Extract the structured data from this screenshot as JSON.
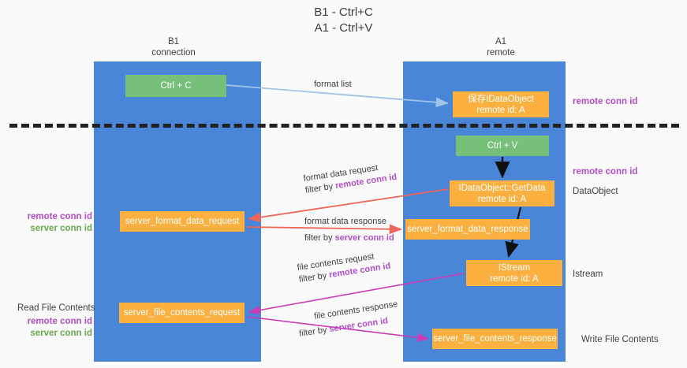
{
  "title": {
    "line1": "B1 - Ctrl+C",
    "line2": "A1 - Ctrl+V"
  },
  "columns": {
    "b1": {
      "name": "B1",
      "role": "connection"
    },
    "a1": {
      "name": "A1",
      "role": "remote"
    }
  },
  "nodes": {
    "ctrl_c": {
      "line1": "Ctrl + C",
      "line2": "",
      "color": "#77c07a"
    },
    "save_dataobject": {
      "line1": "保存IDataObject",
      "line2": "remote id: A",
      "color": "#fbb040"
    },
    "ctrl_v": {
      "line1": "Ctrl + V",
      "line2": "",
      "color": "#77c07a"
    },
    "getdata": {
      "line1": "IDataObject::GetData",
      "line2": "remote id: A",
      "color": "#fbb040"
    },
    "server_format_data_request": {
      "line1": "server_format_data_request",
      "line2": "",
      "color": "#fbb040"
    },
    "server_format_data_response": {
      "line1": "server_format_data_response",
      "line2": "",
      "color": "#fbb040"
    },
    "istream": {
      "line1": "IStream",
      "line2": "remote id: A",
      "color": "#fbb040"
    },
    "server_file_contents_request": {
      "line1": "server_file_contents_request",
      "line2": "",
      "color": "#fbb040"
    },
    "server_file_contents_response": {
      "line1": "server_file_contents_response",
      "line2": "",
      "color": "#fbb040"
    }
  },
  "edges": {
    "format_list": {
      "caption": "format list",
      "filter_prefix": "",
      "filter_key": ""
    },
    "format_data_request": {
      "caption": "format data request",
      "filter_prefix": "filter by ",
      "filter_key": "remote conn id"
    },
    "format_data_response": {
      "caption": "format data response",
      "filter_prefix": "filter by ",
      "filter_key": "server conn id"
    },
    "file_contents_request": {
      "caption": "file contents request",
      "filter_prefix": "filter by ",
      "filter_key": "remote conn id"
    },
    "file_contents_response": {
      "caption": "file contents response",
      "filter_prefix": "filter by ",
      "filter_key": "server conn id"
    }
  },
  "annotations": {
    "remote_conn_id_top": "remote conn id",
    "remote_conn_id_middle": "remote conn id",
    "dataobject": "DataObject",
    "istream": "Istream",
    "write_file_contents": "Write File Contents",
    "read_file_contents": "Read File Contents",
    "left_remote_conn_id_1": "remote conn id",
    "left_server_conn_id_1": "server conn id",
    "left_remote_conn_id_2": "remote conn id",
    "left_server_conn_id_2": "server conn id"
  },
  "colors": {
    "lane": "#4a86d8",
    "green_node": "#77c07a",
    "orange_node": "#fbb040",
    "purple_text": "#b14fc5",
    "green_text": "#6aa84f",
    "arrow_light_blue": "#9fc5e8",
    "arrow_red": "#f0645a",
    "arrow_magenta": "#cc3bb5",
    "arrow_black": "#222222",
    "divider": "#222222"
  }
}
